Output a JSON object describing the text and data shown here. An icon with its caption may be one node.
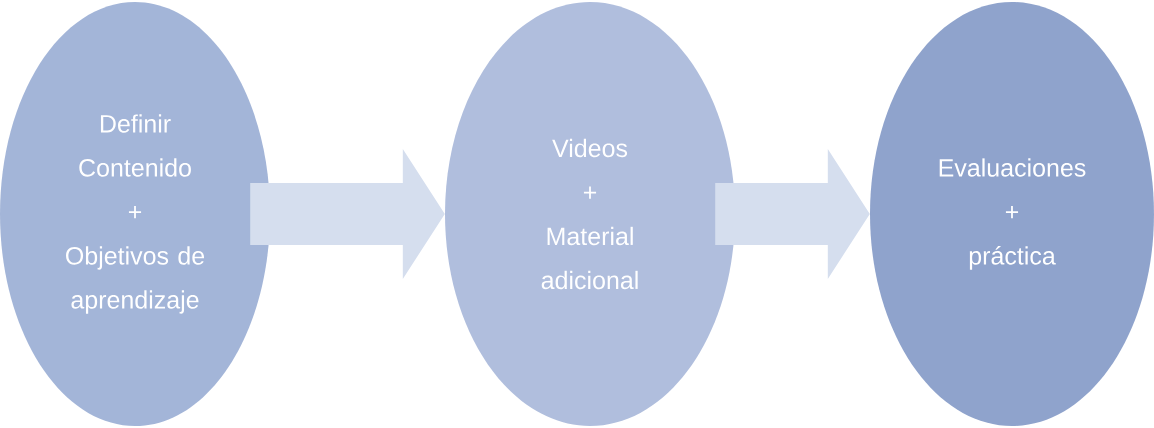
{
  "diagram": {
    "nodes": [
      {
        "text": [
          "Definir Contenido",
          "+",
          "Objetivos de aprendizaje"
        ]
      },
      {
        "text": [
          "Videos",
          "+",
          "Material adicional"
        ]
      },
      {
        "text": [
          "Evaluaciones",
          "+",
          "práctica"
        ]
      }
    ],
    "edges": [
      {
        "from": 0,
        "to": 1,
        "arrow": "to"
      },
      {
        "from": 1,
        "to": 2,
        "arrow": "to"
      }
    ]
  }
}
